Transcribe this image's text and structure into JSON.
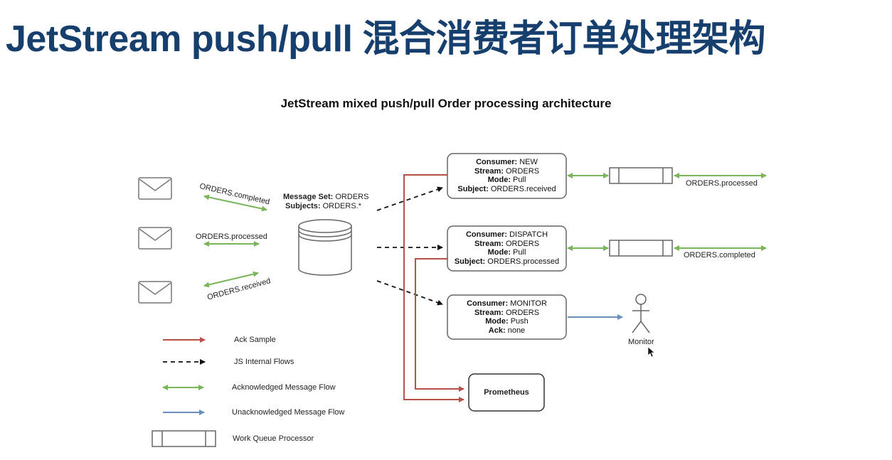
{
  "page": {
    "title": "JetStream push/pull 混合消费者订单处理架构",
    "diagram_title": "JetStream mixed push/pull Order processing architecture"
  },
  "publishers": {
    "completed_label": "ORDERS.completed",
    "processed_label": "ORDERS.processed",
    "received_label": "ORDERS.received"
  },
  "stream": {
    "message_set_key": "Message Set:",
    "message_set_value": "ORDERS",
    "subjects_key": "Subjects:",
    "subjects_value": "ORDERS.*"
  },
  "consumers": [
    {
      "consumer_key": "Consumer:",
      "consumer_value": "NEW",
      "stream_key": "Stream:",
      "stream_value": "ORDERS",
      "mode_key": "Mode:",
      "mode_value": "Pull",
      "extra_key": "Subject:",
      "extra_value": "ORDERS.received",
      "output_label": "ORDERS.processed"
    },
    {
      "consumer_key": "Consumer:",
      "consumer_value": "DISPATCH",
      "stream_key": "Stream:",
      "stream_value": "ORDERS",
      "mode_key": "Mode:",
      "mode_value": "Pull",
      "extra_key": "Subject:",
      "extra_value": "ORDERS.processed",
      "output_label": "ORDERS.completed"
    },
    {
      "consumer_key": "Consumer:",
      "consumer_value": "MONITOR",
      "stream_key": "Stream:",
      "stream_value": "ORDERS",
      "mode_key": "Mode:",
      "mode_value": "Push",
      "extra_key": "Ack:",
      "extra_value": "none"
    }
  ],
  "monitor": {
    "label": "Monitor"
  },
  "prometheus": {
    "label": "Prometheus"
  },
  "legend": {
    "ack_sample": "Ack Sample",
    "js_internal": "JS Internal Flows",
    "acknowledged": "Acknowledged Message Flow",
    "unacknowledged": "Unacknowledged Message Flow",
    "work_queue": "Work Queue Processor"
  },
  "colors": {
    "title": "#173f6d",
    "ack_sample": "#b5504a",
    "acknowledged": "#7ab55c",
    "unacknowledged": "#6a8fbd",
    "internal": "#111111",
    "box_border": "#666666"
  },
  "icons": [
    "envelope-icon",
    "database-icon",
    "person-icon",
    "mouse-pointer-icon"
  ]
}
